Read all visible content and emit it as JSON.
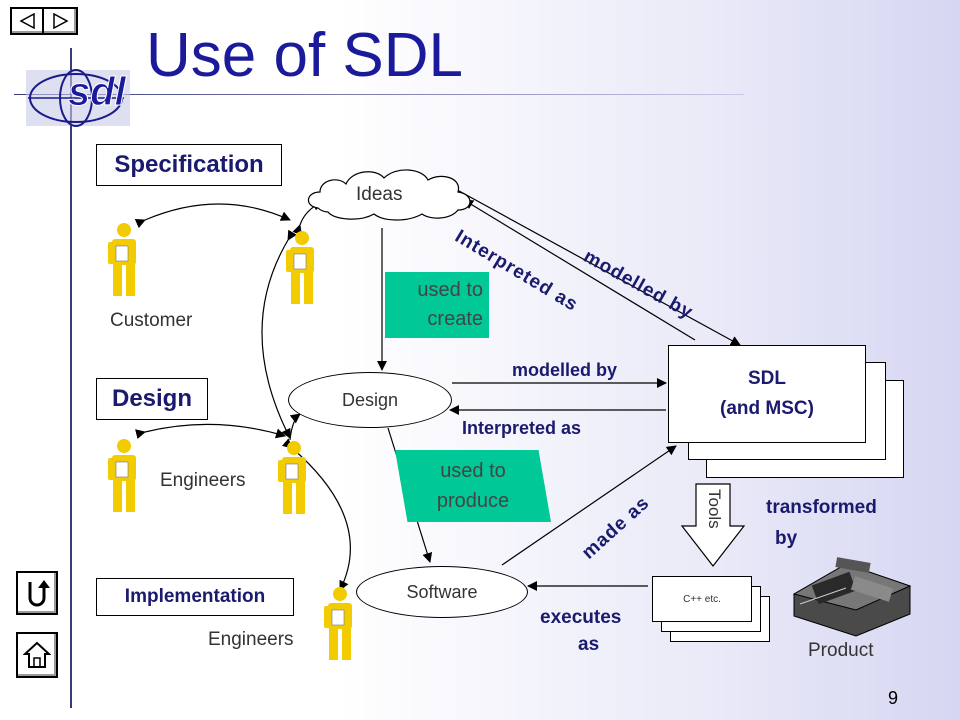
{
  "title": "Use of SDL",
  "logo_text": "sdl",
  "page_number": "9",
  "sections": {
    "specification": "Specification",
    "design": "Design",
    "implementation": "Implementation"
  },
  "roles": {
    "customer": "Customer",
    "engineers_design": "Engineers",
    "engineers_impl": "Engineers"
  },
  "nodes": {
    "ideas": "Ideas",
    "design": "Design",
    "software": "Software"
  },
  "green_labels": {
    "used_to_create_1": "used to",
    "used_to_create_2": "create",
    "used_to_produce_1": "used to",
    "used_to_produce_2": "produce"
  },
  "sdl_box": {
    "line1": "SDL",
    "line2": "(and MSC)"
  },
  "code_box": "C++ etc.",
  "edges": {
    "modelled_by_top": "modelled by",
    "interpreted_as_top": "Interpreted as",
    "modelled_by_mid": "modelled by",
    "interpreted_as_mid": "Interpreted as",
    "made_as": "made as",
    "tools": "Tools",
    "transformed_1": "transformed",
    "transformed_2": "by",
    "executes_1": "executes",
    "executes_2": "as",
    "product": "Product"
  },
  "colors": {
    "title": "#1a1a9a",
    "green": "#00c896",
    "person": "#f2cc00",
    "label_text": "#1a1a6e"
  }
}
